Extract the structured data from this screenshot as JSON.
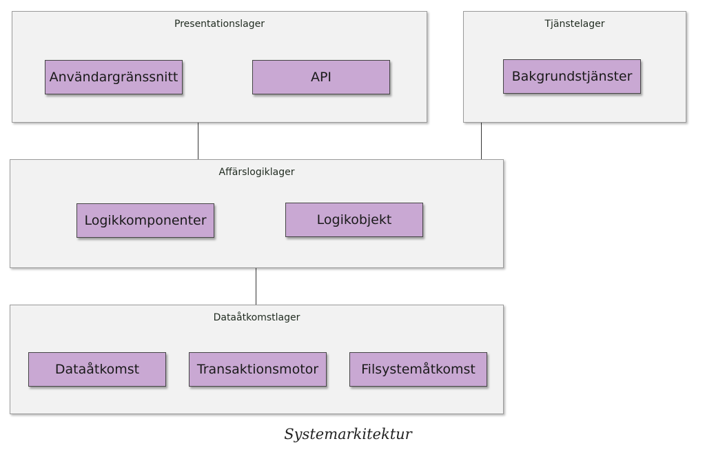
{
  "layers": {
    "presentation": {
      "title": "Presentationslager",
      "components": [
        "Användargränssnitt",
        "API"
      ]
    },
    "services": {
      "title": "Tjänstelager",
      "components": [
        "Bakgrundstjänster"
      ]
    },
    "business": {
      "title": "Affärslogiklager",
      "components": [
        "Logikkomponenter",
        "Logikobjekt"
      ]
    },
    "data_access": {
      "title": "Dataåtkomstlager",
      "components": [
        "Dataåtkomst",
        "Transaktionsmotor",
        "Filsystemåtkomst"
      ]
    }
  },
  "caption": "Systemarkitektur",
  "colors": {
    "layer_fill": "#f2f2f2",
    "layer_border": "#9a9a9a",
    "component_fill": "#c9a8d3",
    "component_border": "#444444"
  }
}
